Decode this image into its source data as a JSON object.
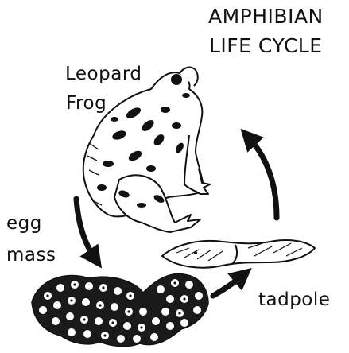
{
  "title": {
    "line1": "AMPHIBIAN",
    "line2": "LIFE CYCLE"
  },
  "stages": {
    "frog": {
      "line1": "Leopard",
      "line2": "Frog"
    },
    "egg_mass": {
      "line1": "egg",
      "line2": "mass"
    },
    "tadpole": {
      "label": "tadpole"
    }
  },
  "colors": {
    "ink": "#111111",
    "paper": "#ffffff"
  },
  "icons": [
    "frog-illustration",
    "egg-mass-illustration",
    "tadpole-illustration",
    "cycle-arrow"
  ]
}
